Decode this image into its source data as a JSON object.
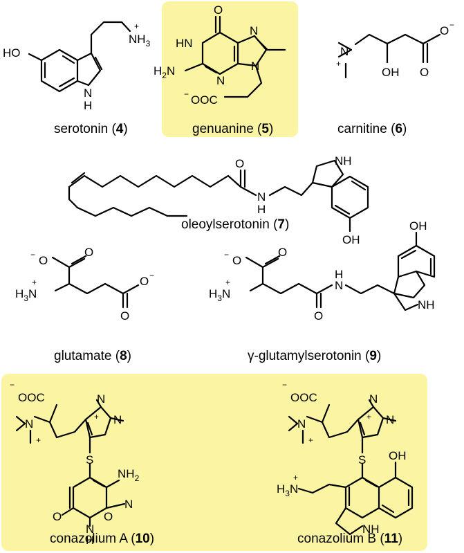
{
  "compounds": {
    "serotonin": {
      "name": "serotonin",
      "number": "4",
      "labels": {
        "oh": "HO",
        "nh3": "NH",
        "nh3_sub": "3",
        "nh3_charge": "+",
        "nh": "N",
        "nh_h": "H"
      }
    },
    "genuanine": {
      "name": "genuanine",
      "number": "5",
      "labels": {
        "o": "O",
        "hn": "HN",
        "n7": "N",
        "n3": "N",
        "n9": "N",
        "h2n": "H",
        "h2n_sub": "2",
        "h2n_n": "N",
        "ooc_charge": "−",
        "ooc": "OOC"
      }
    },
    "carnitine": {
      "name": "carnitine",
      "number": "6",
      "labels": {
        "n": "N",
        "n_charge": "+",
        "oh": "OH",
        "o": "O",
        "o_minus": "O",
        "o_charge": "−"
      }
    },
    "oleoylserotonin": {
      "name": "oleoylserotonin",
      "number": "7",
      "labels": {
        "o": "O",
        "nh": "NH",
        "n_amide": "N",
        "h_amide": "H",
        "oh": "OH"
      }
    },
    "glutamate": {
      "name": "glutamate",
      "number": "8",
      "labels": {
        "o_minus": "O",
        "o_charge": "−",
        "o1": "O",
        "h3n": "H",
        "h3n_sub": "3",
        "h3n_n": "N",
        "h3n_charge": "+",
        "o2": "O",
        "o2_minus": "O",
        "o2_charge": "−"
      }
    },
    "glutamylserotonin": {
      "name": "γ-glutamylserotonin",
      "number": "9",
      "labels": {
        "o_minus": "O",
        "o_charge": "−",
        "o1": "O",
        "h3n": "H",
        "h3n_sub": "3",
        "h3n_n": "N",
        "h3n_charge": "+",
        "o2": "O",
        "n_amide": "N",
        "h_amide": "H",
        "oh": "OH",
        "nh": "NH"
      }
    },
    "conazoliumA": {
      "name": "conazolium A",
      "number": "10",
      "labels": {
        "ooc_charge": "−",
        "ooc": "OOC",
        "n_quat": "N",
        "n_quat_charge": "+",
        "n_im1": "N",
        "n_im2": "N",
        "n_im_charge": "+",
        "s": "S",
        "nh2": "NH",
        "nh2_sub": "2",
        "n_pyr": "N",
        "o1": "O",
        "o2": "O",
        "nh": "N",
        "nh_h": "H"
      }
    },
    "conazoliumB": {
      "name": "conazolium B",
      "number": "11",
      "labels": {
        "ooc_charge": "−",
        "ooc": "OOC",
        "n_quat": "N",
        "n_quat_charge": "+",
        "n_im1": "N",
        "n_im2": "N",
        "n_im_charge": "+",
        "s": "S",
        "oh": "OH",
        "h3n": "H",
        "h3n_sub": "3",
        "h3n_n": "N",
        "h3n_charge": "+",
        "nh": "NH"
      }
    }
  },
  "colors": {
    "highlight": "#fbf5a3",
    "ink": "#000000",
    "background": "#ffffff"
  }
}
